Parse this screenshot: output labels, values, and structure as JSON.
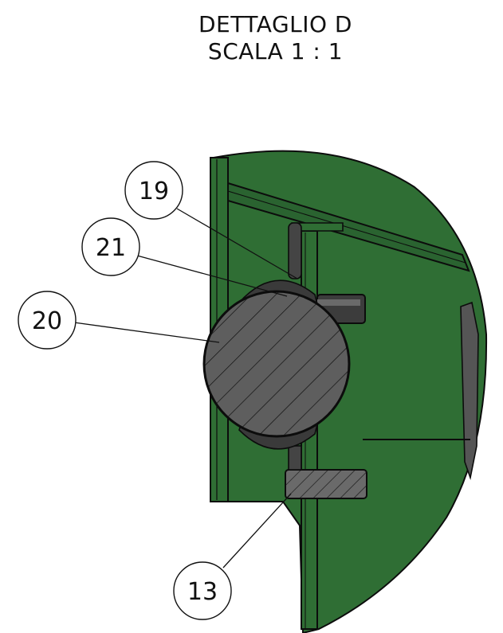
{
  "title": {
    "line1": "DETTAGLIO D",
    "line2": "SCALA 1 : 1"
  },
  "balloons": [
    {
      "id": "b19",
      "label": "19"
    },
    {
      "id": "b21",
      "label": "21"
    },
    {
      "id": "b20",
      "label": "20"
    },
    {
      "id": "b13",
      "label": "13"
    }
  ],
  "colors": {
    "green": "#2f6e34",
    "green_dark": "#1f4f24",
    "section_gray": "#5e5e5e",
    "line": "#111111"
  }
}
